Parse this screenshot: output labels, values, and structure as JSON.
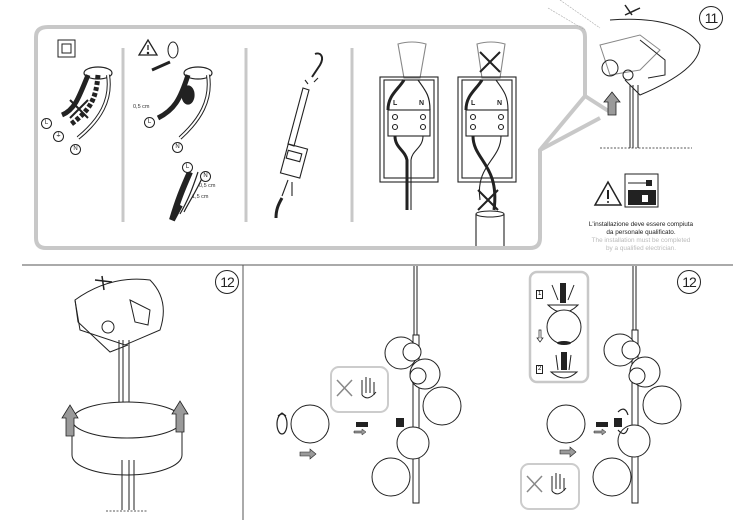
{
  "steps": {
    "step_11": "11",
    "step_12_left": "12",
    "step_12_right": "12"
  },
  "wiring_panel": {
    "terminal_L": "L",
    "terminal_N": "N",
    "terminal_earth": "⏚",
    "strip_length_1": "0,5 cm",
    "strip_length_2": "0,5 cm",
    "strip_length_3": "1,5 cm",
    "block_label_L": "L",
    "block_label_N": "N"
  },
  "warning": {
    "text_it_line1": "L'installazione deve essere compiuta",
    "text_it_line2": "da personale qualificato.",
    "text_en_line1": "The installation must be completed",
    "text_en_line2": "by a qualified electrician."
  },
  "glass_mount_steps": {
    "step_1": "1",
    "step_2": "2"
  },
  "colors": {
    "frame_gray": "#c8c8c8",
    "line": "#222222",
    "arrow_fill": "#9a9a9a",
    "english_text": "#b5b5b5"
  }
}
